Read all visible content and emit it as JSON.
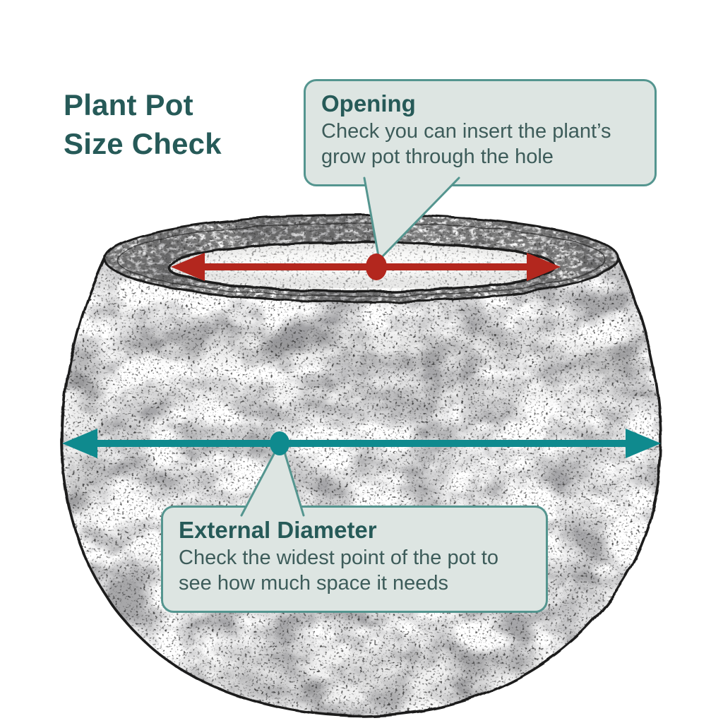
{
  "title": {
    "line1": "Plant Pot",
    "line2": "Size Check"
  },
  "callouts": {
    "opening": {
      "title": "Opening",
      "body": "Check you can insert the plant’s grow pot through the hole"
    },
    "external_diameter": {
      "title": "External Diameter",
      "body": "Check the widest point of the pot to see how much space it needs"
    }
  },
  "diagram_elements": [
    {
      "name": "plant-pot-sketch",
      "shape": "textured round bowl illustration",
      "color": "#1c1c1c"
    },
    {
      "name": "opening-diameter-arrow",
      "shape": "double-headed-arrow",
      "color": "#b3271e"
    },
    {
      "name": "opening-midpoint-dot",
      "shape": "dot",
      "color": "#b3271e"
    },
    {
      "name": "external-diameter-arrow",
      "shape": "double-headed-arrow",
      "color": "#0f8a8e"
    },
    {
      "name": "external-midpoint-dot",
      "shape": "dot",
      "color": "#0f8a8e"
    }
  ],
  "colors": {
    "heading": "#265a58",
    "callout_bg": "#dde5e2",
    "callout_border": "#54958f",
    "body_text": "#3d5c5a",
    "opening_arrow": "#b3271e",
    "diameter_arrow": "#0f8a8e",
    "sketch_line": "#1c1c1c"
  }
}
